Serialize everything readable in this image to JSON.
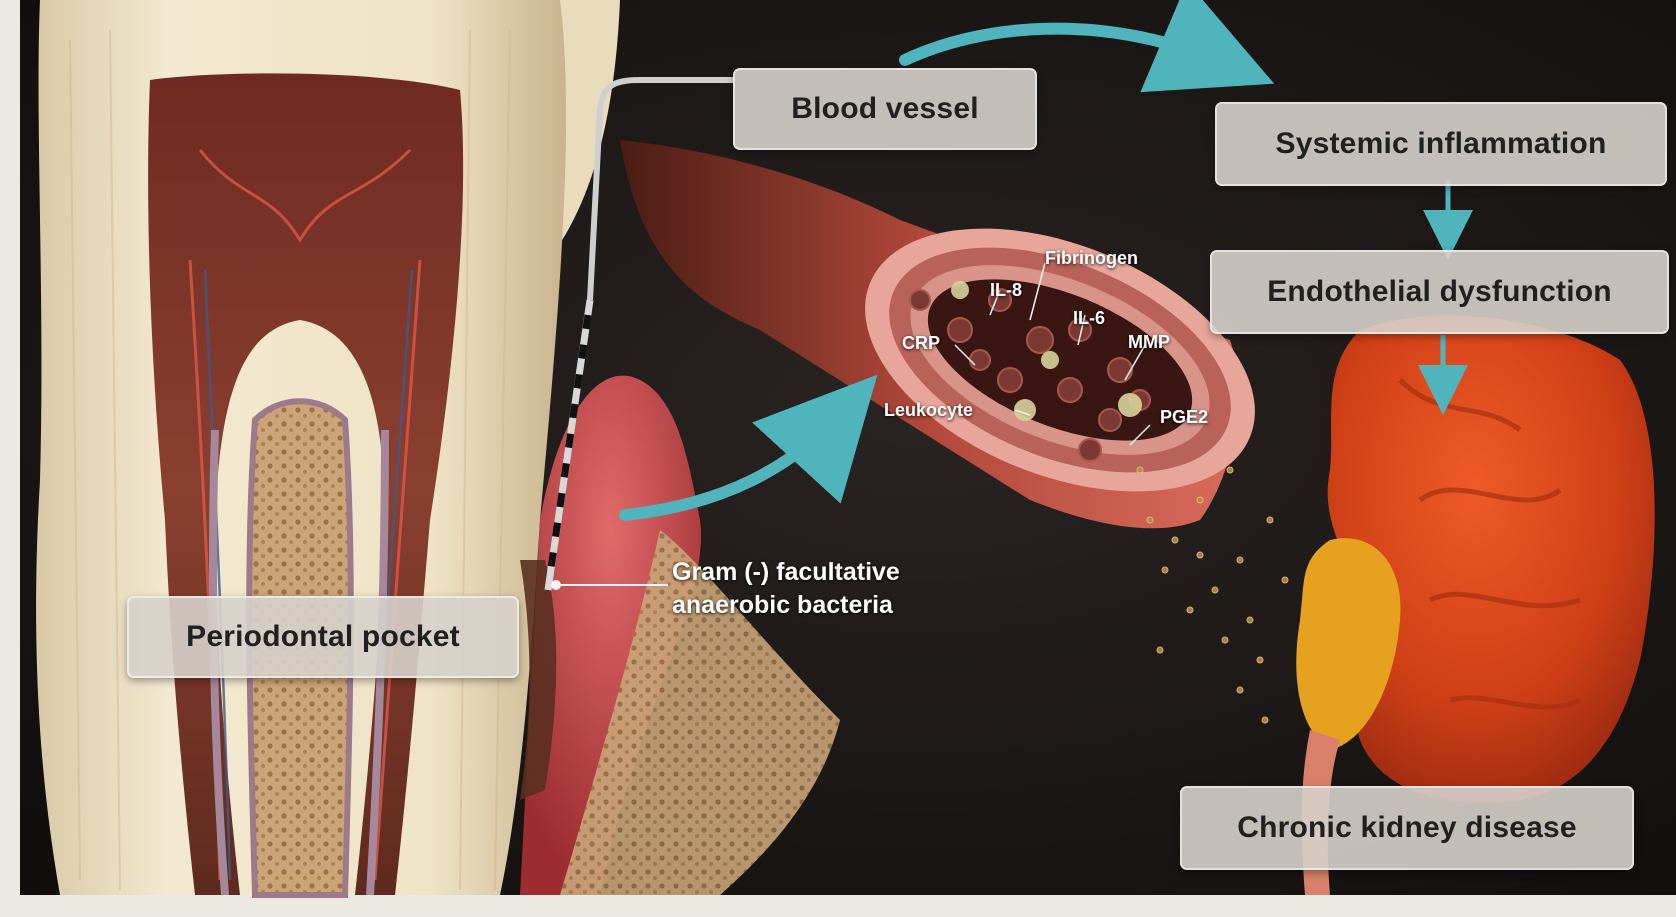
{
  "labels": {
    "blood_vessel": "Blood vessel",
    "systemic_inflammation": "Systemic inflammation",
    "endothelial_dysfunction": "Endothelial dysfunction",
    "periodontal_pocket": "Periodontal pocket",
    "chronic_kidney_disease": "Chronic kidney disease",
    "bacteria_line1": "Gram (-) facultative",
    "bacteria_line2": "anaerobic bacteria"
  },
  "markers": {
    "fibrinogen": "Fibrinogen",
    "il8": "IL-8",
    "il6": "IL-6",
    "crp": "CRP",
    "mmp": "MMP",
    "leukocyte": "Leukocyte",
    "pge2": "PGE2"
  },
  "colors": {
    "background": "#161311",
    "arrow_teal": "#4fb4bc",
    "label_box": "#d6d0cb",
    "vessel_red": "#c24a3f",
    "kidney_orange": "#d2461c",
    "fat_yellow": "#e6a21e",
    "enamel": "#efe3c5",
    "pulp": "#7a3a2e"
  }
}
